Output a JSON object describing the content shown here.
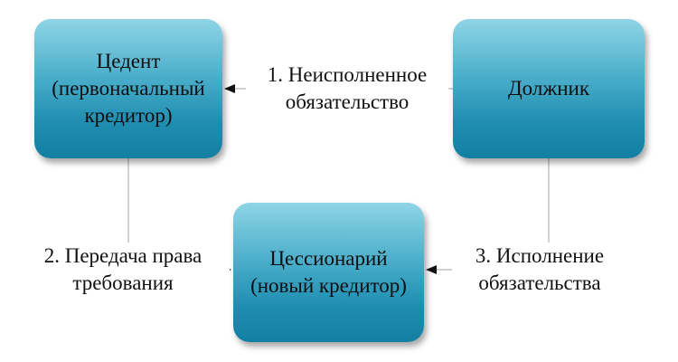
{
  "nodes": {
    "cedent": "Цедент\n(первоначальный\nкредитор)",
    "debtor": "Должник",
    "cessionary": "Цессионарий\n(новый кредитор)"
  },
  "edges": {
    "debtor_to_cedent": "1. Неисполненное\nобязательство",
    "cedent_to_cessionary": "2. Передача права\nтребования",
    "debtor_to_cessionary": "3. Исполнение\nобязательства"
  },
  "colors": {
    "box_top": "#8fd5e6",
    "box_bottom": "#137fa3",
    "connector": "#b3b3b3",
    "arrowhead": "#111111"
  }
}
